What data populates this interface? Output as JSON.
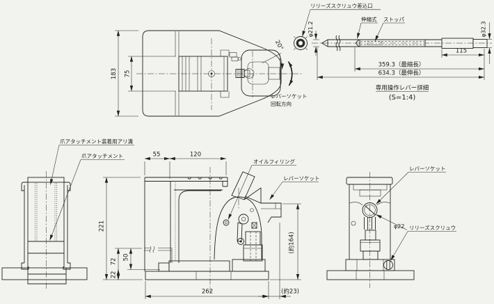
{
  "meta": {
    "paper_color": "#f2f2ef",
    "ink_color": "#1d1d1d"
  },
  "plan_view": {
    "dim_183": "183",
    "dim_75": "75",
    "angle": "20°",
    "rotation_line1": "レバーソケット",
    "rotation_line2": "回転方向"
  },
  "lever_detail": {
    "port_label": "リリーズスクリュウ差込口",
    "telescopic": "伸縮式",
    "stopper": "ストッパ",
    "dia_left": "φ21.2",
    "dia_right": "φ32.3",
    "dim_grip": "115",
    "dim_retracted": "359.3（最縮長）",
    "dim_extended": "634.3（最伸長）",
    "title": "専用操作レバー詳細",
    "scale_note": "(S=1:4)"
  },
  "front_view": {
    "dovetail_label": "爪アタッチメント装着用アリ溝",
    "claw_label": "爪アタッチメント"
  },
  "side_view": {
    "dim_55": "55",
    "dim_120": "120",
    "oil_label": "オイルフィリング",
    "socket_label": "レバーソケット",
    "dim_221": "221",
    "dim_72": "72",
    "dim_50": "50",
    "dim_22": "22",
    "dim_262": "262",
    "dim_height": "(約164)",
    "dim_offset": "(約23)"
  },
  "rear_view": {
    "socket_label": "レバーソケット",
    "dia_screw": "φ22",
    "release_label": "リリーズスクリュウ"
  }
}
